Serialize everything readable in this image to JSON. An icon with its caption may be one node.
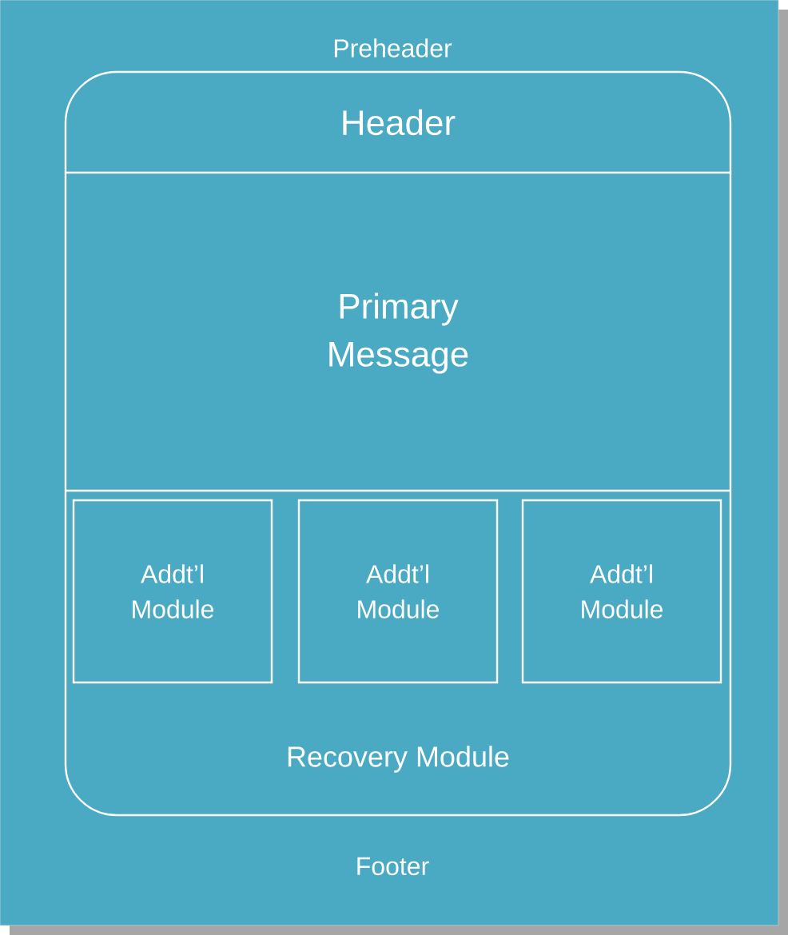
{
  "diagram": {
    "nodes": [
      {
        "text": [
          "Preheader",
          "Footer"
        ]
      },
      {
        "text": [
          "Recovery Module"
        ],
        "in": 0
      },
      {
        "text": [
          "Header"
        ],
        "in": 1
      },
      {
        "text": [
          "Primary Message"
        ],
        "in": 1
      },
      {
        "text": [
          "Addt’l Module"
        ],
        "in": 1
      },
      {
        "text": [
          "Addt’l Module"
        ],
        "in": 1
      },
      {
        "text": [
          "Addt’l Module"
        ],
        "in": 1
      }
    ]
  }
}
